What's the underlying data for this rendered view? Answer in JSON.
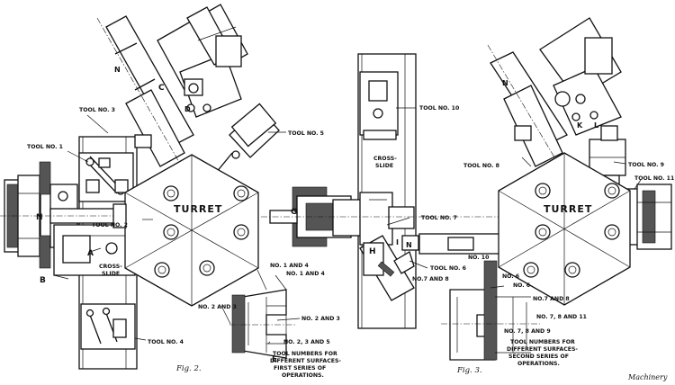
{
  "labels": {
    "tool_no_1": "TOOL NO. 1",
    "tool_no_2": "TOOL NO. 2",
    "tool_no_3": "TOOL NO. 3",
    "tool_no_4": "TOOL NO. 4",
    "tool_no_5": "TOOL NO. 5",
    "tool_no_6": "TOOL NO. 6",
    "tool_no_7": "TOOL NO. 7",
    "tool_no_8": "TOOL NO. 8",
    "tool_no_9": "TOOL NO. 9",
    "tool_no_10": "TOOL NO. 10",
    "tool_no_11": "TOOL NO. 11",
    "turret": "TURRET",
    "cross_1": "CROSS-",
    "slide_1": "SLIDE",
    "cross_2": "CROSS-",
    "slide_2": "SLIDE",
    "letter_a": "A",
    "letter_b": "B",
    "letter_c": "C",
    "letter_d": "D",
    "letter_e": "E",
    "letter_g": "G",
    "letter_h": "H",
    "letter_i": "I",
    "letter_k": "K",
    "letter_l": "L",
    "letter_n": "N"
  },
  "first_series": {
    "no1and4_a": "NO. 1 AND 4",
    "no1and4_b": "NO. 1 AND 4",
    "no2and3_left": "NO. 2 AND 3",
    "no2and3_right": "NO. 2 AND 3",
    "no123": "NO. 2, 3 AND 5",
    "caption": [
      "TOOL NUMBERS FOR",
      "DIFFERENT SURFACES-",
      "FIRST SERIES OF",
      "OPERATIONS."
    ]
  },
  "second_series": {
    "no7and8_left": "NO.7 AND 8",
    "no6_a": "NO. 6",
    "no6_b": "NO. 6",
    "no10": "NO. 10",
    "no7and8_right": "NO.7 AND 8",
    "no78_11": "NO. 7, 8 AND 11",
    "no78_9": "NO. 7, 8 AND 9",
    "caption": [
      "TOOL NUMBERS FOR",
      "DIFFERENT SURFACES-",
      "SECOND SERIES OF",
      "OPERATIONS."
    ]
  },
  "captions": {
    "fig2": "Fig. 2.",
    "fig3": "Fig. 3.",
    "credit": "Machinery"
  }
}
